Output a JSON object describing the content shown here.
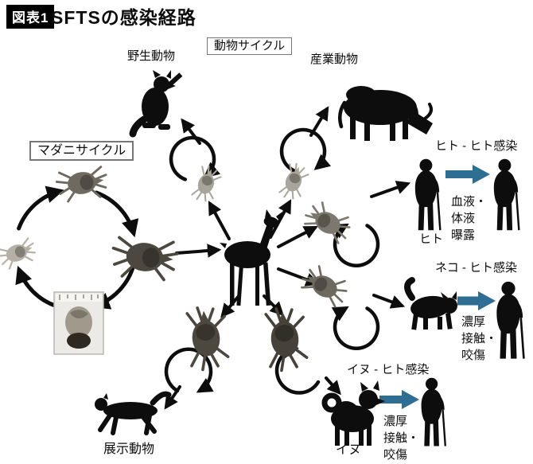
{
  "figure": {
    "badge": "図表1",
    "title": "SFTSの感染経路"
  },
  "cycle_labels": {
    "animal_cycle": "動物サイクル",
    "tick_cycle": "マダニサイクル"
  },
  "animal_labels": {
    "wild": "野生動物",
    "industrial": "産業動物",
    "exhibition": "展示動物",
    "human": "ヒト",
    "dog": "イヌ"
  },
  "transmissions": {
    "human_human": {
      "title": "ヒト - ヒト感染",
      "route": [
        "血液・",
        "体液",
        "曝露"
      ]
    },
    "cat_human": {
      "title": "ネコ - ヒト感染",
      "route": [
        "濃厚",
        "接触・",
        "咬傷"
      ]
    },
    "dog_human": {
      "title": "イヌ - ヒト感染",
      "route": [
        "濃厚",
        "接触・",
        "咬傷"
      ]
    }
  },
  "icons": {
    "center_host": "deer-icon",
    "wild": "raccoon-icon",
    "industrial": "cow-icon",
    "exhibition": "cheetah-icon",
    "companion_cat": "cat-icon",
    "companion_dog": "dog-icon",
    "person": "elderly-person-with-cane-icon",
    "vector": "tick-icon",
    "vector_photo": "engorged-tick-photo-icon",
    "cycle": "circular-arrow-icon",
    "transfer": "block-arrow-icon"
  },
  "colors": {
    "background": "#ffffff",
    "ink": "#0d0d0d",
    "transfer_arrow": "#2e6e93",
    "badge_bg": "#000000",
    "badge_fg": "#ffffff",
    "label_box_border": "#777777"
  }
}
